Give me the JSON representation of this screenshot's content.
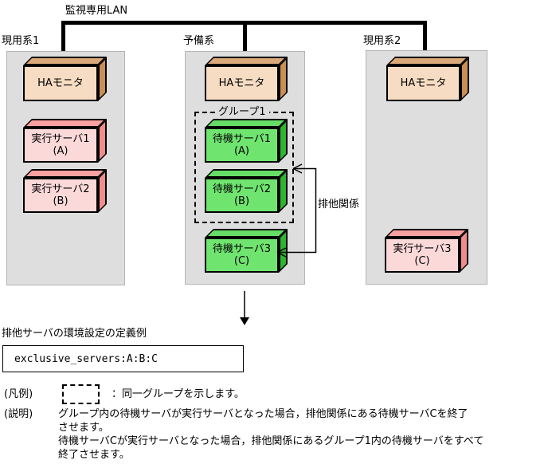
{
  "colors": {
    "column_bg": "#dedede",
    "column_border": "#b4b4b4",
    "ha_front": "#f6dcc2",
    "ha_top": "#dba87a",
    "ha_side": "#c98f55",
    "exec_front": "#fcd9d9",
    "exec_top": "#f9a0a0",
    "exec_side": "#f28c8c",
    "standby_front": "#6fe46f",
    "standby_top": "#66dd66",
    "standby_side": "#2fb42f"
  },
  "lan": {
    "label": "監視専用LAN"
  },
  "columns": [
    {
      "label": "現用系1",
      "ha": "HAモニタ",
      "servers": [
        {
          "line1": "実行サーバ1",
          "line2": "(A)"
        },
        {
          "line1": "実行サーバ2",
          "line2": "(B)"
        }
      ]
    },
    {
      "label": "予備系",
      "ha": "HAモニタ",
      "group_label": "グループ1",
      "servers": [
        {
          "line1": "待機サーバ1",
          "line2": "(A)"
        },
        {
          "line1": "待機サーバ2",
          "line2": "(B)"
        },
        {
          "line1": "待機サーバ3",
          "line2": "(C)"
        }
      ]
    },
    {
      "label": "現用系2",
      "ha": "HAモニタ",
      "servers": [
        {
          "line1": "実行サーバ3",
          "line2": "(C)"
        }
      ]
    }
  ],
  "relation": {
    "label": "排他関係"
  },
  "definition": {
    "title": "排他サーバの環境設定の定義例",
    "code": "exclusive_servers:A:B:C"
  },
  "legend": {
    "heading": "(凡例)",
    "text": "：同一グループを示します。"
  },
  "explanation": {
    "heading": "(説明)",
    "lines": [
      "グループ内の待機サーバが実行サーバとなった場合，排他関係にある待機サーバCを終了",
      "させます。",
      "待機サーバCが実行サーバとなった場合，排他関係にあるグループ1内の待機サーバをすべて",
      "終了させます。"
    ]
  }
}
